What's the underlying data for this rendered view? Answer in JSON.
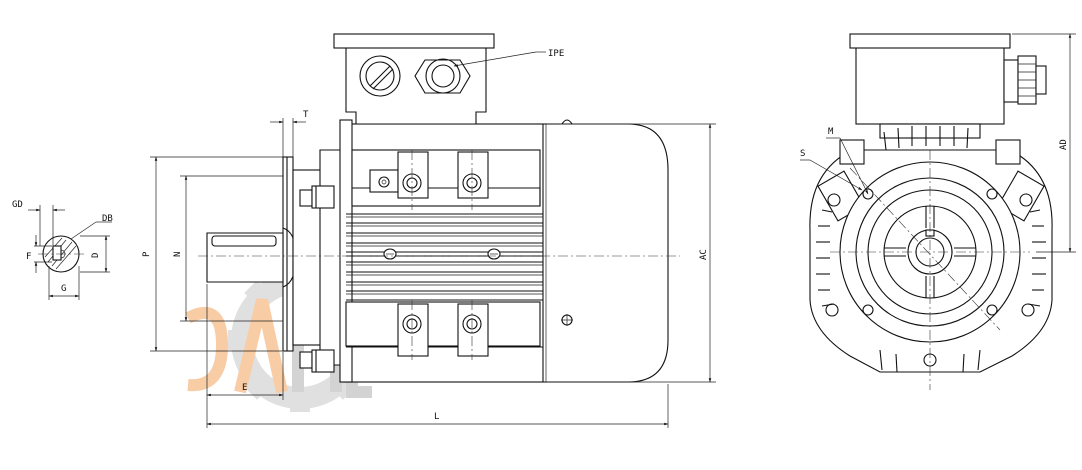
{
  "labels": {
    "gd": "GD",
    "db": "DB",
    "f": "F",
    "d": "D",
    "g": "G",
    "p": "P",
    "n": "N",
    "t": "T",
    "ipe": "IPE",
    "ac": "AC",
    "e": "E",
    "l": "L",
    "m": "M",
    "s": "S",
    "ad": "AD"
  },
  "colors": {
    "line": "#111111",
    "watermark_orange": "#f4a35c",
    "watermark_gray": "#b0b0b0"
  },
  "icons": {
    "watermark": "gear-logo-watermark"
  }
}
